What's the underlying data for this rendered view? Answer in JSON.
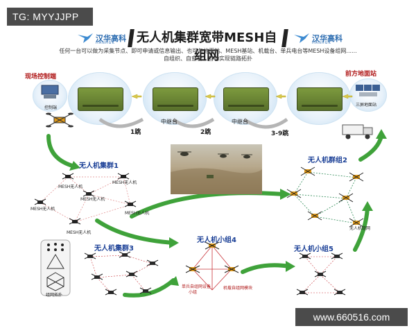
{
  "tag": "TG: MYYJJPP",
  "watermark": "www.660516.com",
  "title": "无人机集群宽带MESH自组网",
  "logo": {
    "cn": "汉华高科",
    "en": "HANHGK"
  },
  "subtitle": {
    "line1": "任何一台可以做为采集节点、即可申请或信息输出、也可与地面站、MESH基站、机载台、单兵电台等MESH设备组网......",
    "line2": "自组织、自愈合、自动实现链路拓扑"
  },
  "stations": {
    "field_control": "现场控制端",
    "front_ground": "前方地面站",
    "console": "控制端",
    "three_stations": "三屏地面站"
  },
  "hops": {
    "h1": "1跳",
    "relay1": "中继台",
    "h2": "2跳",
    "relay2": "中继台",
    "h3": "3-9跳"
  },
  "clusters": {
    "c1": "无人机集群1",
    "c2": "无人机群组2",
    "c3": "无人机集群3",
    "c4": "无人机小组4",
    "c5": "无人机小组5"
  },
  "node_labels": {
    "mesh_drone": "MESH无人机",
    "single_soldier": "单兵自组网设备",
    "group": "小组",
    "airborne_module": "机载自组网模块",
    "drone_group": "无人机组网",
    "topology": "组网拓扑"
  },
  "colors": {
    "arrow": "#3fa23a",
    "link_red": "#c9343a",
    "link_green": "#2e8b57",
    "hop_arrow": "#d8c84a"
  }
}
